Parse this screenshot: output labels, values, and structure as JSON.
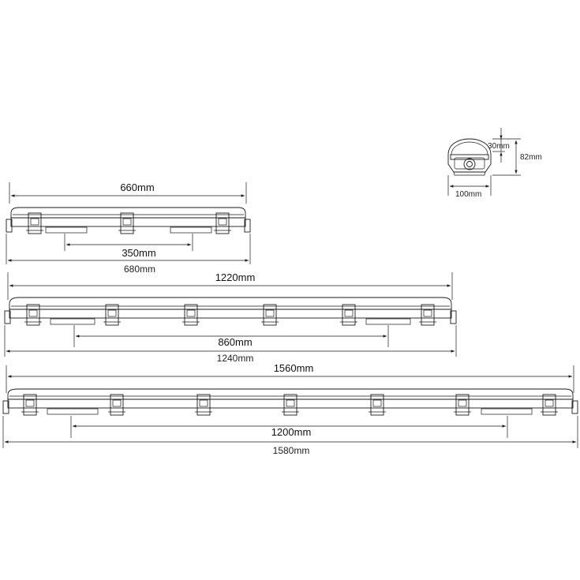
{
  "end_view": {
    "height_label": "82mm",
    "cap_label": "30mm",
    "width_label": "100mm"
  },
  "fixtures": [
    {
      "id": "short",
      "body_label": "660mm",
      "mount_label": "350mm",
      "overall_label": "680mm"
    },
    {
      "id": "medium",
      "body_label": "1220mm",
      "mount_label": "860mm",
      "overall_label": "1240mm"
    },
    {
      "id": "long",
      "body_label": "1560mm",
      "mount_label": "1200mm",
      "overall_label": "1580mm"
    }
  ]
}
